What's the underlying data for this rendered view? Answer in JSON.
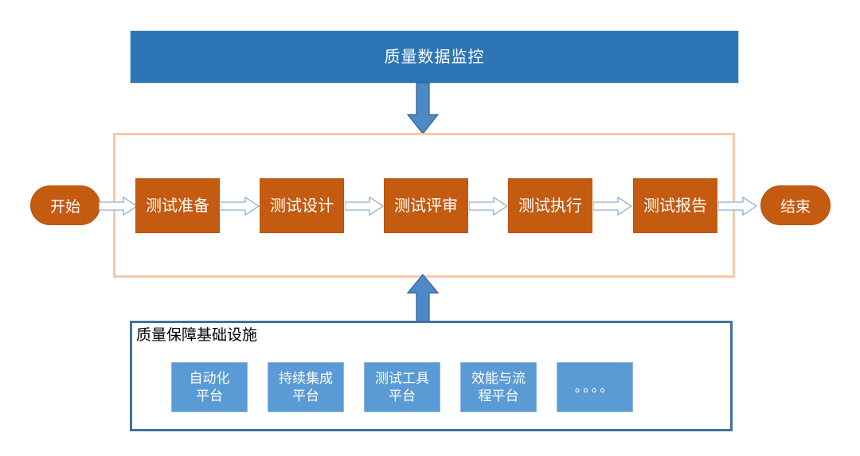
{
  "diagram": {
    "title_banner": {
      "label": "质量数据监控",
      "fill_color": "#2E75B6",
      "text_color": "#FFFFFF"
    },
    "frame": {
      "name": "test-process-frame",
      "border_color": "#F7C9AB"
    },
    "flow": {
      "start_label": "开始",
      "end_label": "结束",
      "terminal_fill": "#C55A11",
      "step_fill": "#C55A11",
      "steps": [
        {
          "label": "测试准备"
        },
        {
          "label": "测试设计"
        },
        {
          "label": "测试评审"
        },
        {
          "label": "测试执行"
        },
        {
          "label": "测试报告"
        }
      ]
    },
    "infrastructure": {
      "title": "质量保障基础设施",
      "border_color": "#41719C",
      "platform_fill": "#5B9BD5",
      "platforms": [
        {
          "line1": "自动化",
          "line2": "平台"
        },
        {
          "line1": "持续集成",
          "line2": "平台"
        },
        {
          "line1": "测试工具",
          "line2": "平台"
        },
        {
          "line1": "效能与流",
          "line2": "程平台"
        },
        {
          "line1": "。。。。",
          "line2": ""
        }
      ]
    },
    "connectors": {
      "down_arrow_fill": "#4E88C7",
      "down_arrow_stroke": "#2E6299",
      "up_arrow_fill": "#4E88C7",
      "up_arrow_stroke": "#2E6299",
      "step_arrow_stroke": "#8FAFCF",
      "step_arrow_fill": "#FFFFFF"
    }
  }
}
